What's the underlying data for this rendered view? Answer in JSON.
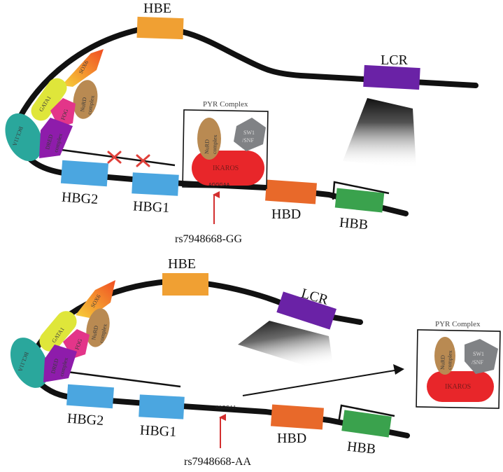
{
  "panels": [
    {
      "id": "top",
      "genotype": "GG",
      "snp_label": "rs7948668-GG",
      "sequence": "AGGGAA",
      "genes": {
        "hbe": "HBE",
        "lcr": "LCR",
        "hbg2": "HBG2",
        "hbg1": "HBG1",
        "hbd": "HBD",
        "hbb": "HBB"
      },
      "left_cluster": {
        "sox6": "SOX6",
        "gata1": "GATA1",
        "nurd": [
          "NuRD",
          "complex"
        ],
        "fog": "FOG",
        "bcl11a": "BCL11A",
        "dred": [
          "DRED",
          "complex"
        ]
      },
      "pyr_complex": {
        "title": "PYR Complex",
        "nurd": [
          "NuRD",
          "complex"
        ],
        "swi_snf": [
          "SW1",
          "/SNF"
        ],
        "ikaros": "IKAROS",
        "bound": true
      },
      "blocked_marks": 2
    },
    {
      "id": "bottom",
      "genotype": "AA",
      "snp_label": "rs7948668-AA",
      "sequence": "AAGGAA",
      "genes": {
        "hbe": "HBE",
        "lcr": "LCR",
        "hbg2": "HBG2",
        "hbg1": "HBG1",
        "hbd": "HBD",
        "hbb": "HBB"
      },
      "left_cluster": {
        "sox6": "SOX6",
        "gata1": "GATA1",
        "nurd": [
          "NuRD",
          "complex"
        ],
        "fog": "FOG",
        "bcl11a": "BCL11A",
        "dred": [
          "DRED",
          "complex"
        ]
      },
      "pyr_complex": {
        "title": "PYR Complex",
        "nurd": [
          "NuRD",
          "complex"
        ],
        "swi_snf": [
          "SW1",
          "/SNF"
        ],
        "ikaros": "IKAROS",
        "bound": false
      },
      "blocked_marks": 0
    }
  ],
  "colors": {
    "dna": "#111111",
    "hbe": "#f0a033",
    "lcr": "#6a22a6",
    "hbg": "#4ba6e0",
    "hbd": "#e8692a",
    "hbb": "#3aa24d",
    "sox6_start": "#f7d23a",
    "sox6_end": "#f04d22",
    "gata1": "#dfe63a",
    "nurd": "#b98a52",
    "fog": "#e33589",
    "bcl11a": "#2aa79c",
    "dred": "#8e1cab",
    "ikaros": "#e8262a",
    "swi_snf": "#808285",
    "snp_arrow": "#d32f2f",
    "block_x": "#e0403a"
  }
}
